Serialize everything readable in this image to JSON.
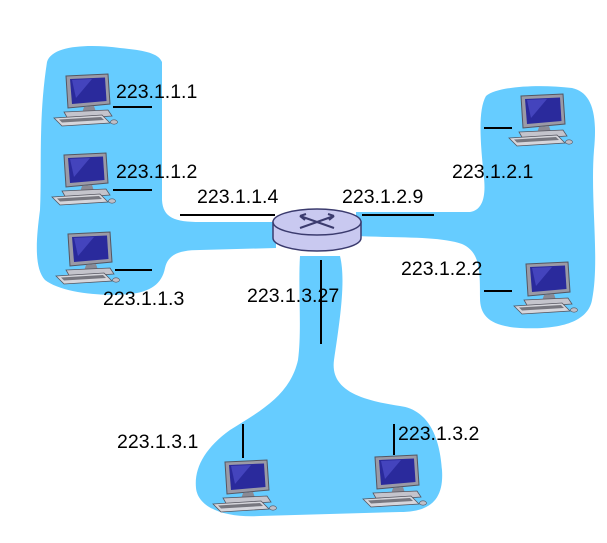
{
  "router": {
    "interfaces": {
      "subnet1": "223.1.1.4",
      "subnet2": "223.1.2.9",
      "subnet3": "223.1.3.27"
    }
  },
  "subnet1": {
    "hosts": [
      {
        "address": "223.1.1.1"
      },
      {
        "address": "223.1.1.2"
      },
      {
        "address": "223.1.1.3"
      }
    ]
  },
  "subnet2": {
    "hosts": [
      {
        "address": "223.1.2.1"
      },
      {
        "address": "223.1.2.2"
      }
    ]
  },
  "subnet3": {
    "hosts": [
      {
        "address": "223.1.3.1"
      },
      {
        "address": "223.1.3.2"
      }
    ]
  },
  "colors": {
    "subnet_fill": "#66ccff",
    "link": "#000000",
    "router_fill": "#c9c9f0",
    "router_stroke": "#3b3b6e",
    "screen": "#2a2a9c",
    "computer_body": "#b0b0b8"
  },
  "icons": {
    "host": "desktop-computer-icon",
    "router": "router-icon"
  }
}
